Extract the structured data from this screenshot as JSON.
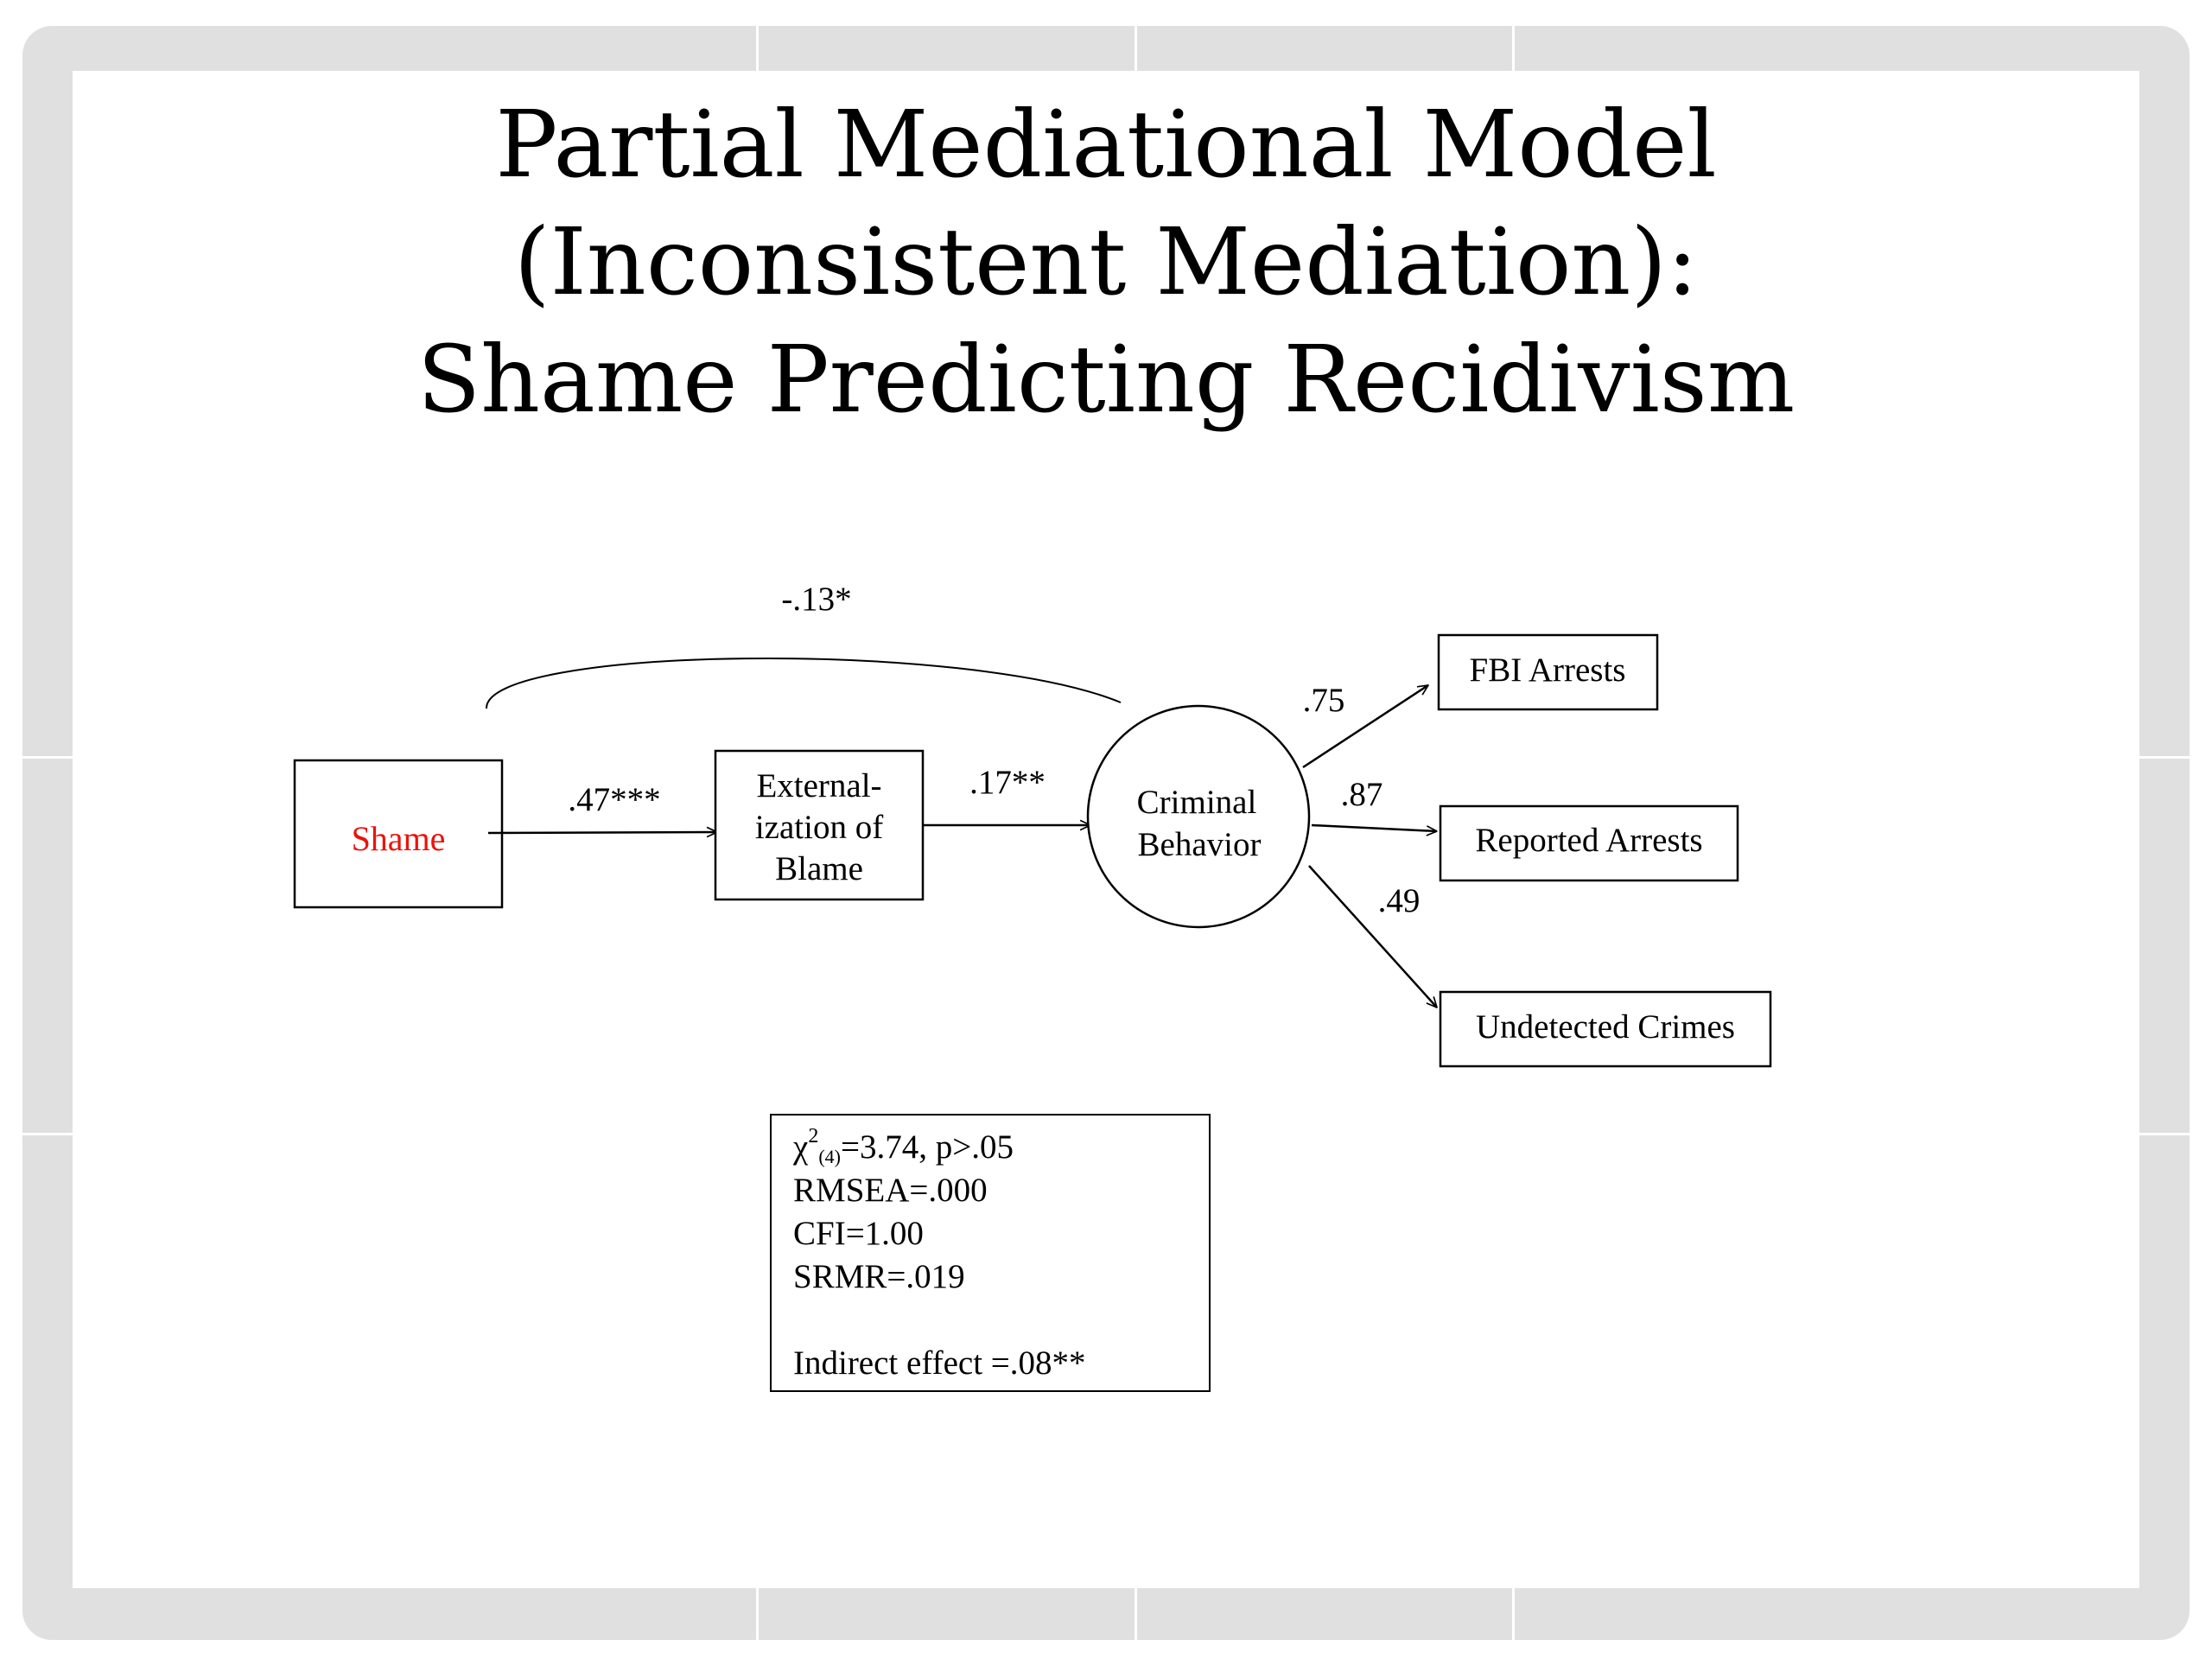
{
  "title": {
    "line1": "Partial Mediational Model",
    "line2": "(Inconsistent Mediation):",
    "line3": "Shame Predicting Recidivism"
  },
  "diagram": {
    "nodes": {
      "shame": "Shame",
      "externalization_line1": "External-",
      "externalization_line2": "ization of",
      "externalization_line3": "Blame",
      "criminal_line1": "Criminal",
      "criminal_line2": "Behavior",
      "fbi": "FBI Arrests",
      "reported": "Reported Arrests",
      "undetected": "Undetected Crimes"
    },
    "paths": {
      "direct": "-.13*",
      "shame_to_ext": ".47***",
      "ext_to_crim": ".17**",
      "crim_to_fbi": ".75",
      "crim_to_reported": ".87",
      "crim_to_undetected": ".49"
    }
  },
  "fit_stats": {
    "chi_symbol": "χ",
    "chi_sup": "2",
    "chi_sub": "(4)",
    "chi_value": "=3.74, p>.05",
    "rmsea": "RMSEA=.000",
    "cfi": "CFI=1.00",
    "srmr": "SRMR=.019",
    "indirect": "Indirect effect =.08**"
  },
  "colors": {
    "shame_text": "#e8150d",
    "frame": "#e0e0e0"
  }
}
